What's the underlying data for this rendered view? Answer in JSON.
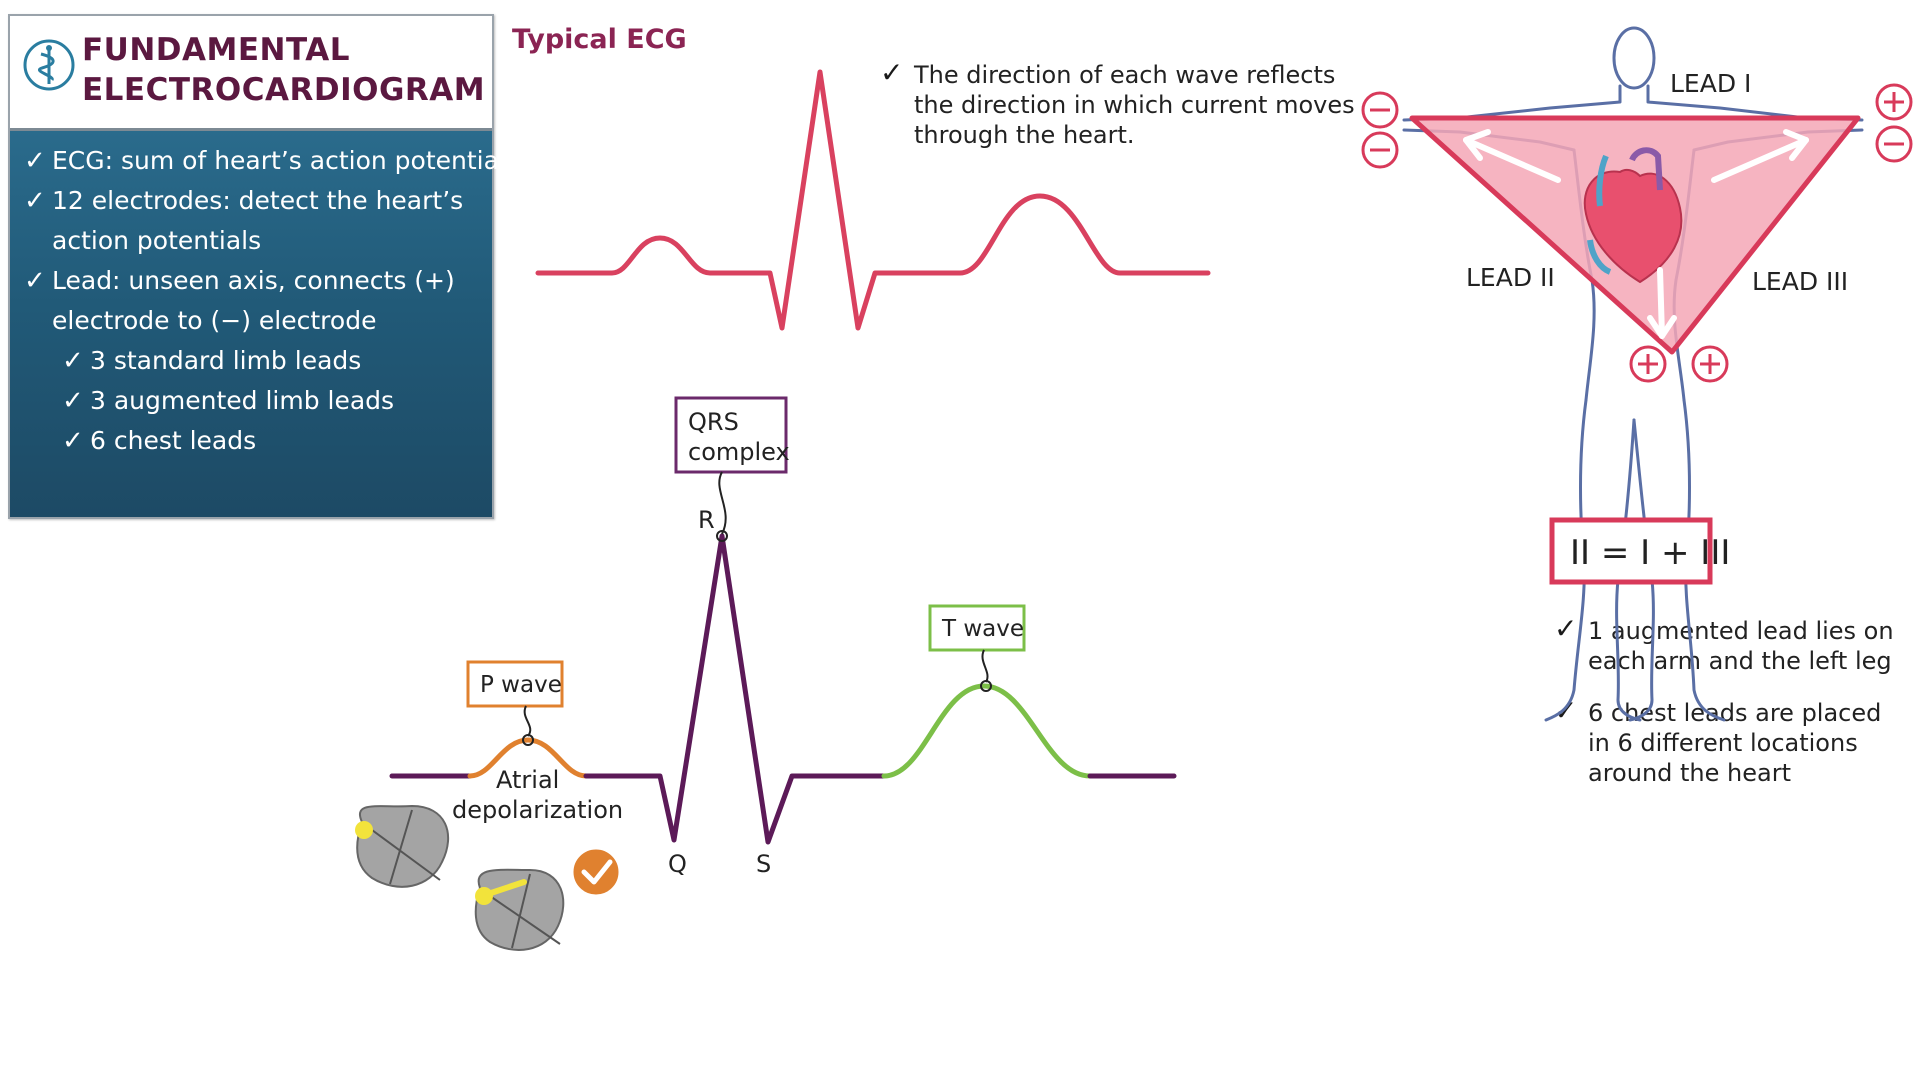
{
  "title_card": {
    "line1": "FUNDAMENTAL",
    "line2": "ELECTROCARDIOGRAM",
    "bullets": [
      {
        "text": "ECG: sum of heart’s action potentials",
        "cont": ""
      },
      {
        "text": "12 electrodes: detect the heart’s",
        "cont": "action potentials"
      },
      {
        "text": "Lead: unseen axis, connects (+)",
        "cont": "electrode to (−) electrode"
      }
    ],
    "sub_bullets": [
      "3 standard limb leads",
      "3 augmented limb leads",
      "6 chest leads"
    ]
  },
  "typical_ecg": {
    "heading": "Typical ECG",
    "note": [
      "The direction of each wave reflects",
      "the direction in which current moves",
      "through the heart."
    ]
  },
  "labels": {
    "qrs_line1": "QRS",
    "qrs_line2": "complex",
    "r": "R",
    "q": "Q",
    "s": "S",
    "p_wave": "P wave",
    "t_wave": "T wave",
    "atrial_line1": "Atrial",
    "atrial_line2": "depolarization"
  },
  "leads": {
    "lead1": "LEAD I",
    "lead2": "LEAD II",
    "lead3": "LEAD III",
    "equation": "II = I + III",
    "minus": "−",
    "plus": "+"
  },
  "right_notes": [
    [
      "1 augmented lead lies on",
      "each arm and the left leg"
    ],
    [
      "6 chest leads are placed",
      "in 6 different locations",
      "around the heart"
    ]
  ],
  "colors": {
    "title": "#5b1840",
    "panel": "#215a78",
    "ecg_top": "#d9415f",
    "ecg_main": "#5c1a58",
    "p_wave": "#e0812f",
    "t_wave": "#7cbf48",
    "qrs_box": "#6b2a6b",
    "triangle": "#f4a7b6",
    "triangle_edge": "#d83a5a",
    "body_outline": "#5a6fa5",
    "heart": "#e8506e"
  }
}
